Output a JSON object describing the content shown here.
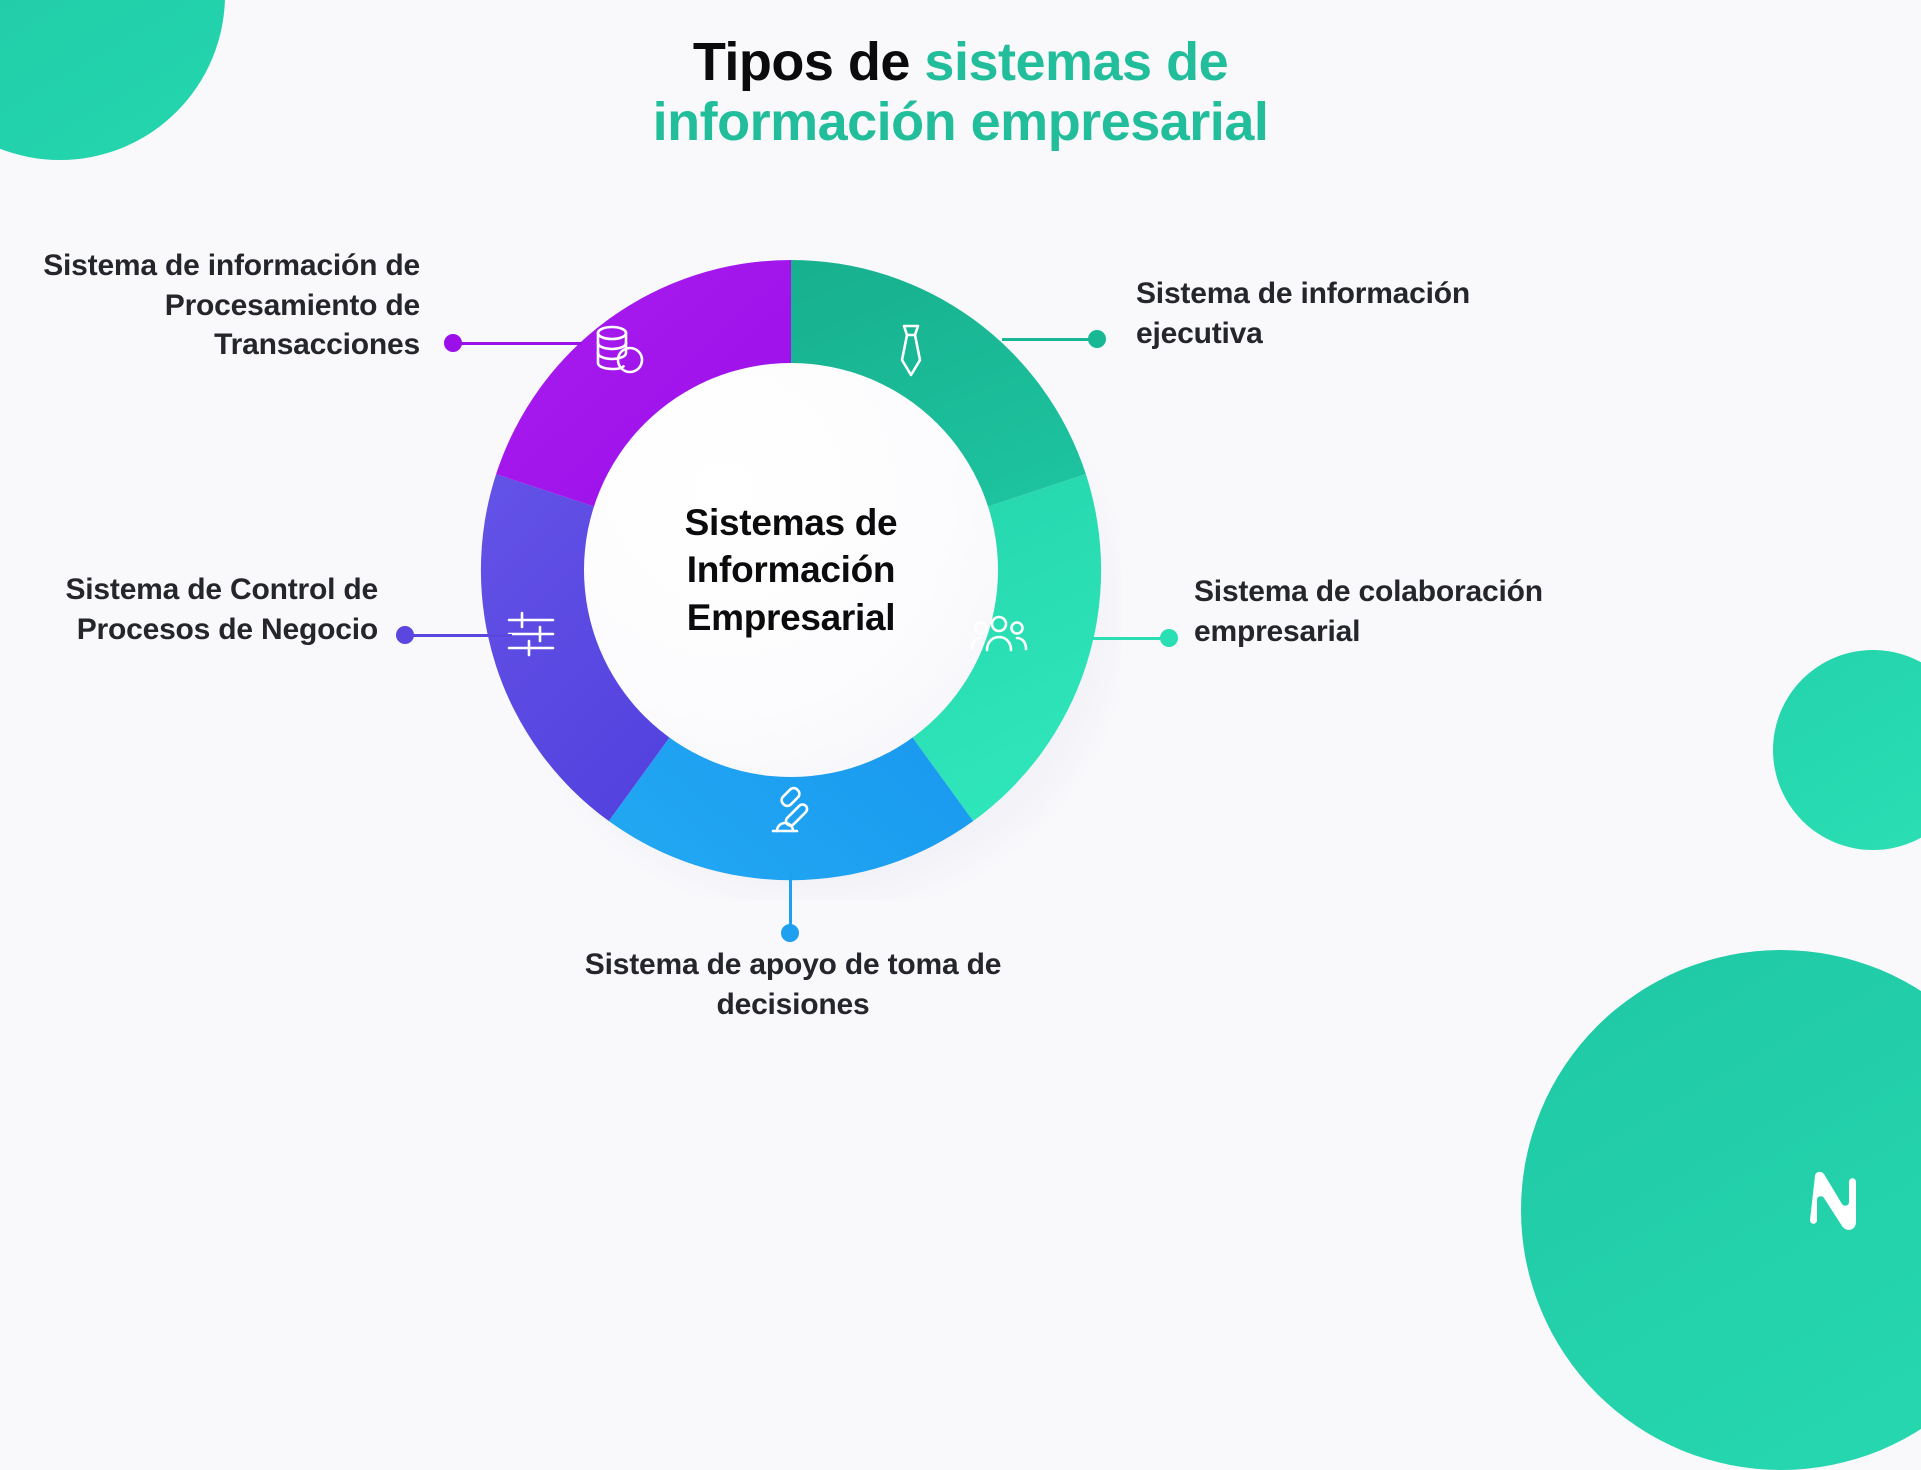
{
  "title": {
    "line1_dark": "Tipos de ",
    "line1_teal": "sistemas de",
    "line2_teal": "información empresarial"
  },
  "center": {
    "line1": "Sistemas de",
    "line2": "Información",
    "line3": "Empresarial"
  },
  "labels": {
    "tps": "Sistema de información de Procesamiento de Transacciones",
    "bpc": "Sistema de Control de Procesos de Negocio",
    "eis": "Sistema de información ejecutiva",
    "col": "Sistema de colaboración empresarial",
    "dss": "Sistema de apoyo de toma de decisiones"
  },
  "colors": {
    "background": "#F9F9FC",
    "title_dark": "#0B0B0D",
    "title_accent": "#22BD9B",
    "label_text": "#25262B",
    "seg_executive": "#18B894",
    "seg_collaboration": "#2BDFB4",
    "seg_decision": "#1E9FF0",
    "seg_process_control": "#5B47E0",
    "seg_transactions": "#9B0FE8",
    "center_fill": "#FCFCFE"
  },
  "chart_data": {
    "type": "pie",
    "title": "Tipos de sistemas de información empresarial",
    "center_label": "Sistemas de Información Empresarial",
    "legend_position": "outside-callouts",
    "categories": [
      "Sistema de información ejecutiva",
      "Sistema de colaboración empresarial",
      "Sistema de apoyo de toma de decisiones",
      "Sistema de Control de Procesos de Negocio",
      "Sistema de información de Procesamiento de Transacciones"
    ],
    "values": [
      20,
      20,
      20,
      20,
      20
    ],
    "colors": [
      "#18B894",
      "#2BDFB4",
      "#1E9FF0",
      "#5B47E0",
      "#9B0FE8"
    ],
    "icons": [
      "tie-icon",
      "people-icon",
      "gavel-icon",
      "sliders-icon",
      "database-coins-icon"
    ],
    "start_angle_deg": 0,
    "donut_hole_ratio": 0.63
  },
  "icons": {
    "tie": "tie-icon",
    "people": "people-icon",
    "gavel": "gavel-icon",
    "sliders": "sliders-icon",
    "database": "database-coins-icon",
    "logo": "brand-logo-mark"
  }
}
